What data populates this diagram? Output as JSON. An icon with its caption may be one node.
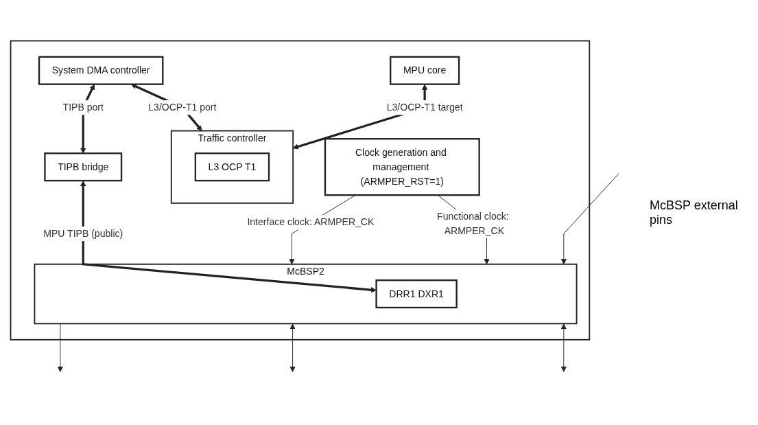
{
  "diagram": {
    "nodes": [
      {
        "text": [],
        "shape": "box"
      },
      {
        "text": [
          "System DMA controller"
        ],
        "in": 0
      },
      {
        "text": [
          "Traffic controller"
        ],
        "in": 0
      },
      {
        "text": [
          "L3 OCP T1"
        ],
        "in": 2
      },
      {
        "text": [
          "MPU core"
        ],
        "in": 0
      },
      {
        "text": [
          "TIPB bridge"
        ],
        "in": 0
      },
      {
        "text": [
          "McBSP2"
        ],
        "in": 0
      },
      {
        "text": [
          "DRR1 DXR1"
        ],
        "in": 6
      },
      {
        "text": [
          "Clock generation and management (ARMPER_RST=1)"
        ],
        "in": 0
      }
    ],
    "edges": [
      {
        "from": 1,
        "to": 5,
        "arrow": "both",
        "label": "TIPB port",
        "style": "thick"
      },
      {
        "from": 5,
        "to": 7,
        "arrow": "both",
        "label": "MPU TIPB (public)",
        "style": "thick"
      },
      {
        "from": 1,
        "to": 2,
        "arrow": "both",
        "label": "L3/OCP-T1 port",
        "style": "thick"
      },
      {
        "from": 4,
        "to": 2,
        "arrow": "both",
        "label": "L3/OCP-T1 target",
        "style": "thick"
      },
      {
        "from": 8,
        "to": 6,
        "arrow": "to",
        "label": "Interface clock: ARMPER_CK"
      },
      {
        "from": 8,
        "to": 6,
        "arrow": "to",
        "label": "Functional clock: ARMPER_CK"
      },
      {
        "from": 6,
        "to": null,
        "arrow": "to"
      },
      {
        "from": null,
        "to": 6,
        "arrow": "to"
      },
      {
        "from": 6,
        "to": null,
        "arrow": "both"
      },
      {
        "from": 6,
        "to": null,
        "arrow": "both"
      }
    ],
    "labels": [
      "McBSP external pins"
    ]
  }
}
